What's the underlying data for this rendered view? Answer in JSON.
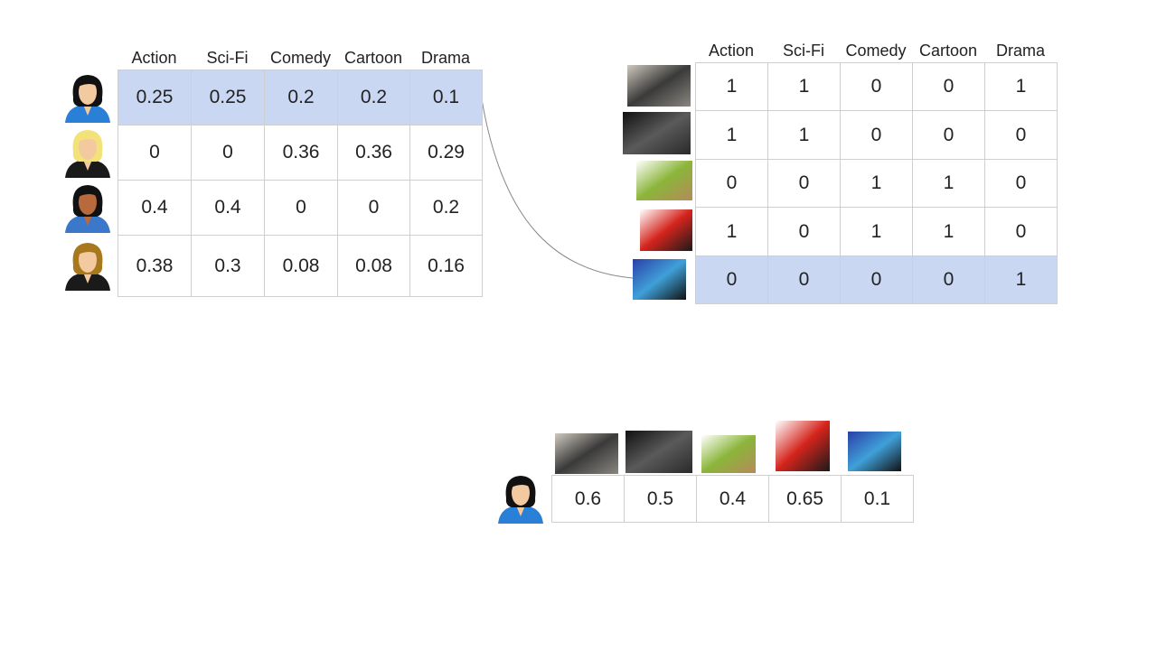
{
  "genres": [
    "Action",
    "Sci-Fi",
    "Comedy",
    "Cartoon",
    "Drama"
  ],
  "user_matrix": {
    "highlight_row": 0,
    "rows": [
      {
        "avatar": {
          "hair": "#111111",
          "skin": "#f3c9a0",
          "shirt": "#2a7fd6"
        },
        "values": [
          "0.25",
          "0.25",
          "0.2",
          "0.2",
          "0.1"
        ]
      },
      {
        "avatar": {
          "hair": "#f3e27a",
          "skin": "#f3c9a0",
          "shirt": "#1a1a1a"
        },
        "values": [
          "0",
          "0",
          "0.36",
          "0.36",
          "0.29"
        ]
      },
      {
        "avatar": {
          "hair": "#111111",
          "skin": "#b86a3c",
          "shirt": "#3b78c9"
        },
        "values": [
          "0.4",
          "0.4",
          "0",
          "0",
          "0.2"
        ]
      },
      {
        "avatar": {
          "hair": "#a8781f",
          "skin": "#f3c9a0",
          "shirt": "#1a1a1a"
        },
        "values": [
          "0.38",
          "0.3",
          "0.08",
          "0.08",
          "0.16"
        ]
      }
    ]
  },
  "movies": [
    {
      "id": "star-wars",
      "colors": [
        "#cfc9bf",
        "#3a3a3a",
        "#8a8680"
      ]
    },
    {
      "id": "dark-knight-rises",
      "colors": [
        "#111111",
        "#5a5a5a",
        "#2a2a2a"
      ]
    },
    {
      "id": "shrek",
      "colors": [
        "#ffffff",
        "#8bb53a",
        "#b58a5a"
      ]
    },
    {
      "id": "incredibles",
      "colors": [
        "#ffffff",
        "#d4241c",
        "#1a1a1a"
      ]
    },
    {
      "id": "drama-film",
      "colors": [
        "#2a3fa8",
        "#3fa0d8",
        "#111111"
      ]
    }
  ],
  "movie_matrix": {
    "highlight_row": 4,
    "rows": [
      [
        "1",
        "1",
        "0",
        "0",
        "1"
      ],
      [
        "1",
        "1",
        "0",
        "0",
        "0"
      ],
      [
        "0",
        "0",
        "1",
        "1",
        "0"
      ],
      [
        "1",
        "0",
        "1",
        "1",
        "0"
      ],
      [
        "0",
        "0",
        "0",
        "0",
        "1"
      ]
    ]
  },
  "scores": {
    "avatar": {
      "hair": "#111111",
      "skin": "#f3c9a0",
      "shirt": "#2a7fd6"
    },
    "values": [
      "0.6",
      "0.5",
      "0.4",
      "0.65",
      "0.1"
    ]
  },
  "colors": {
    "highlight": "#c9d7f3",
    "grid": "#cfcfcf",
    "connector": "#888888"
  }
}
